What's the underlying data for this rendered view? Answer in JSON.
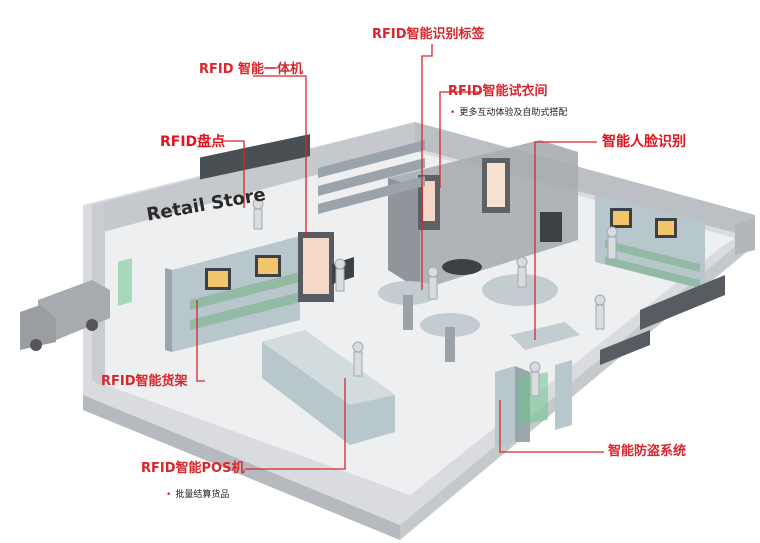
{
  "store_sign": "Retail Store",
  "labels": {
    "rfid_tag": "RFID智能识别标签",
    "rfid_kiosk": "RFID 智能一体机",
    "fitting_room": "RFID智能试衣间",
    "fitting_room_note": "更多互动体验及自助式搭配",
    "inventory": "RFID盘点",
    "face_recognition": "智能人脸识别",
    "smart_shelf": "RFID智能货架",
    "pos": "RFID智能POS机",
    "pos_note": "批量结算货品",
    "anti_theft": "智能防盗系统"
  },
  "colors": {
    "accent_red": "#d8262c",
    "floor": "#e6e7e9",
    "wall": "#cfd2d6",
    "fixture": "#b8c7cc",
    "glass_green": "#6fc48f"
  }
}
